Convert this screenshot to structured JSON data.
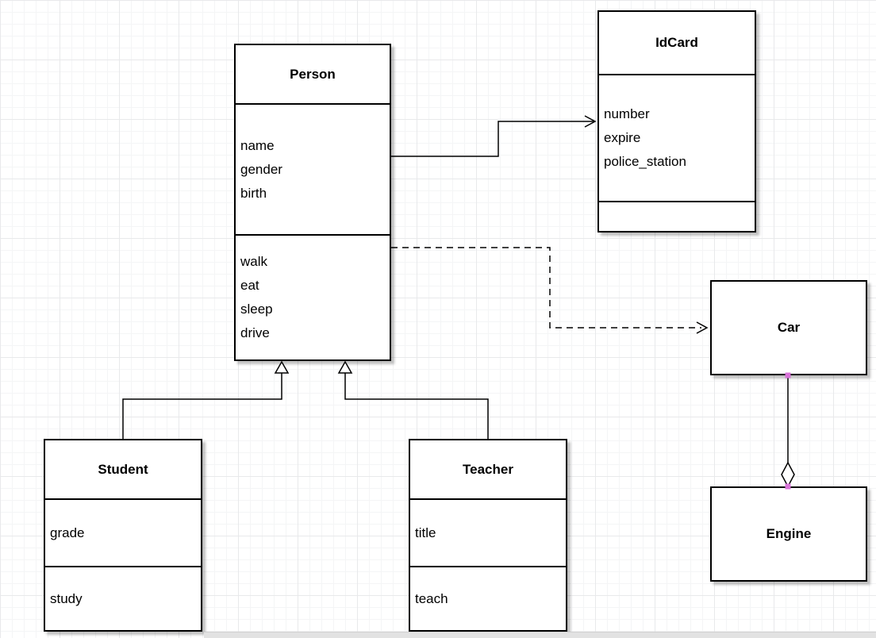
{
  "classes": {
    "person": {
      "name": "Person",
      "attributes": [
        "name",
        "gender",
        "birth"
      ],
      "methods": [
        "walk",
        "eat",
        "sleep",
        "drive"
      ]
    },
    "idcard": {
      "name": "IdCard",
      "attributes": [
        "number",
        "expire",
        "police_station"
      ],
      "methods": []
    },
    "car": {
      "name": "Car",
      "attributes": [],
      "methods": []
    },
    "engine": {
      "name": "Engine",
      "attributes": [],
      "methods": []
    },
    "student": {
      "name": "Student",
      "attributes": [
        "grade"
      ],
      "methods": [
        "study"
      ]
    },
    "teacher": {
      "name": "Teacher",
      "attributes": [
        "title"
      ],
      "methods": [
        "teach"
      ]
    }
  },
  "relations": [
    {
      "from": "Person",
      "to": "IdCard",
      "type": "directed-association",
      "line": "solid",
      "arrow": "open"
    },
    {
      "from": "Person",
      "to": "Car",
      "type": "dependency",
      "line": "dashed",
      "arrow": "open"
    },
    {
      "from": "Student",
      "to": "Person",
      "type": "generalization",
      "line": "solid",
      "arrow": "hollow-triangle"
    },
    {
      "from": "Teacher",
      "to": "Person",
      "type": "generalization",
      "line": "solid",
      "arrow": "hollow-triangle"
    },
    {
      "from": "Car",
      "to": "Engine",
      "type": "aggregation",
      "line": "solid",
      "arrow": "hollow-diamond"
    }
  ],
  "colors": {
    "stroke": "#000000",
    "shape_fill": "#ffffff",
    "connection_point": "#d873d8",
    "grid_minor": "#f4f5f6",
    "grid_major": "#e8e9eb"
  }
}
